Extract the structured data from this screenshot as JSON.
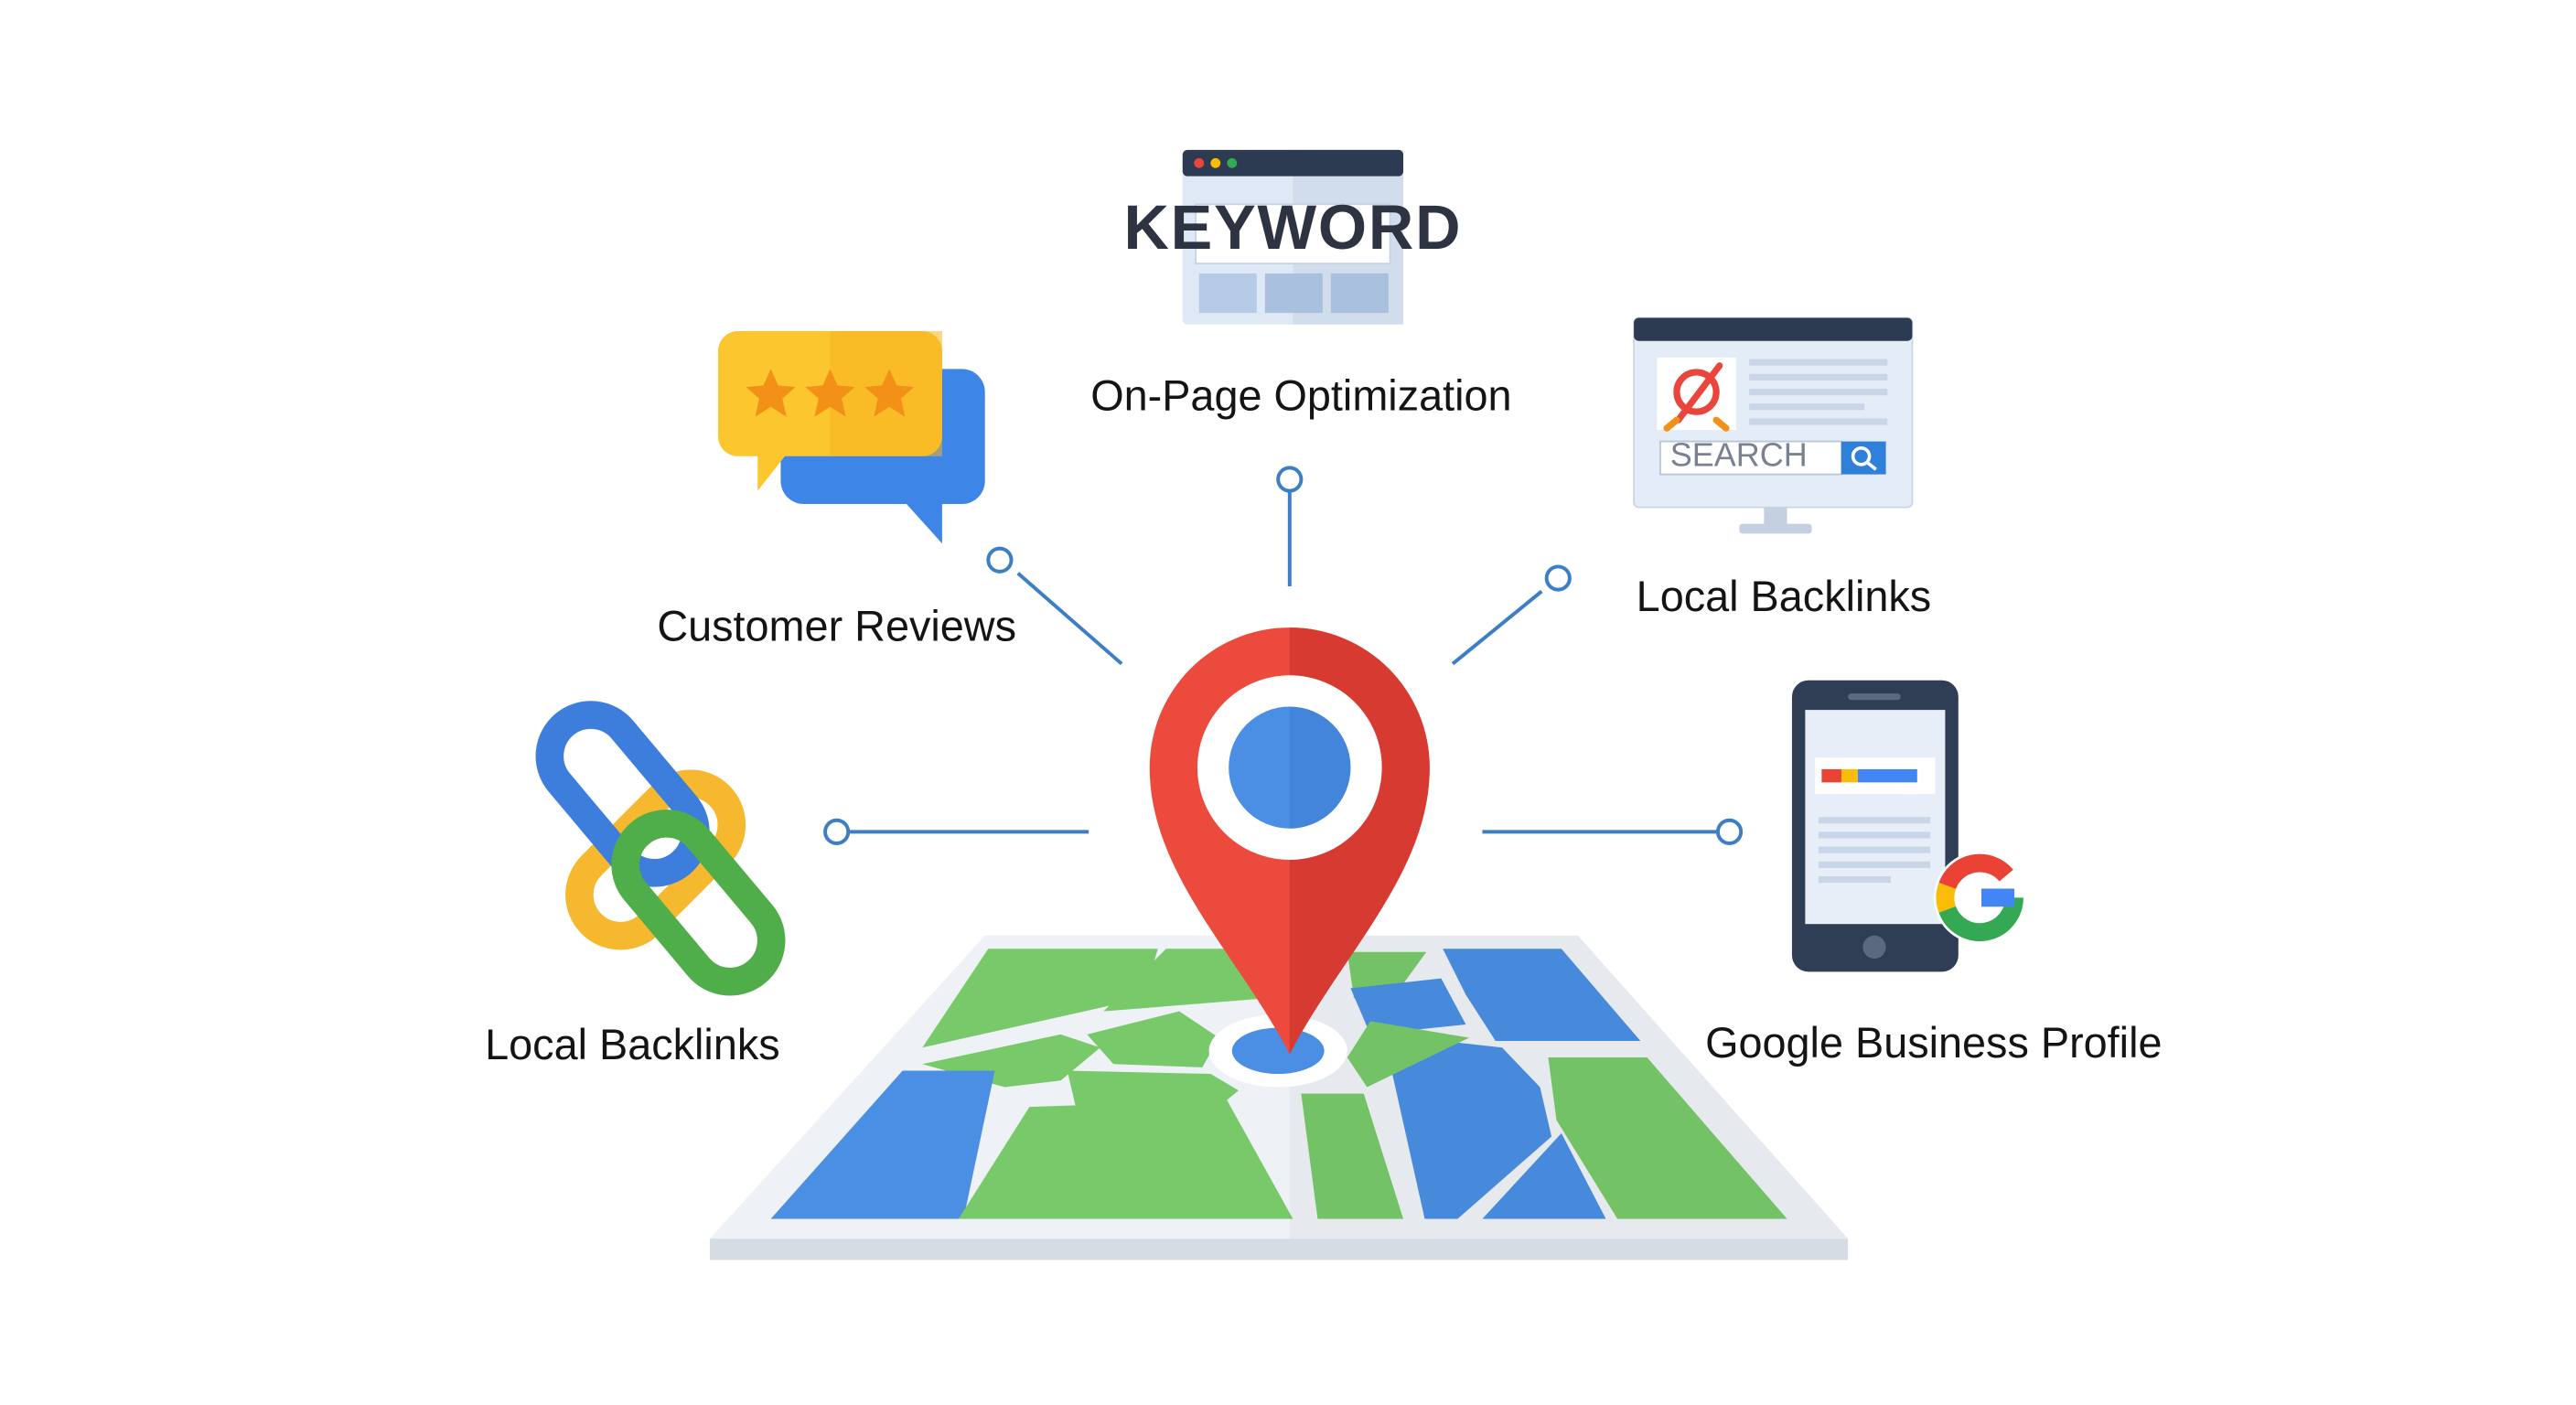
{
  "labels": {
    "on_page": "On-Page Optimization",
    "reviews": "Customer Reviews",
    "backlinks_right": "Local Backlinks",
    "backlinks_left": "Local Backlinks",
    "gbp": "Google Business Profile"
  },
  "keyword_card": {
    "text": "KEYWORD"
  },
  "search_monitor": {
    "placeholder": "SEARCH"
  },
  "colors": {
    "pin_red": "#e9453c",
    "pin_red_dark": "#d83a32",
    "pin_blue": "#4a8fe3",
    "map_green": "#78c96a",
    "map_blue": "#4a8fe3",
    "star_yellow": "#fcc62f",
    "bubble_blue": "#3d86e8",
    "link_blue": "#3d7ddc",
    "link_yellow": "#f5b82e",
    "link_green": "#4fae4a",
    "connector": "#3d7fc6",
    "google_red": "#ea4335",
    "google_yellow": "#fbbc05",
    "google_green": "#34a853",
    "google_blue": "#4285f4"
  },
  "icons": [
    "map-pin-icon",
    "map-icon",
    "keyword-browser-icon",
    "review-bubble-icon",
    "search-monitor-icon",
    "chain-link-icon",
    "smartphone-icon",
    "google-g-icon"
  ]
}
